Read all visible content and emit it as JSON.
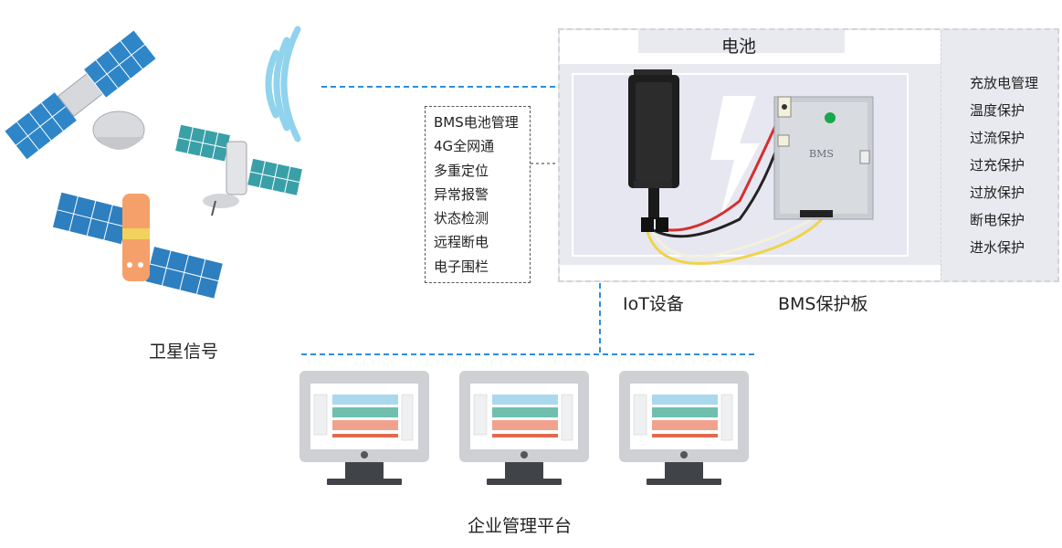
{
  "labels": {
    "satellite_signal": "卫星信号",
    "battery": "电池",
    "iot_device": "IoT设备",
    "bms_board": "BMS保护板",
    "enterprise_platform": "企业管理平台",
    "bms_chip": "BMS"
  },
  "iot_features": [
    "BMS电池管理",
    "4G全网通",
    "多重定位",
    "异常报警",
    "状态检测",
    "远程断电",
    "电子围栏"
  ],
  "bms_protections": [
    "充放电管理",
    "温度保护",
    "过流保护",
    "过充保护",
    "过放保护",
    "断电保护",
    "进水保护"
  ],
  "colors": {
    "dashed_line": "#2a8ee6",
    "battery_bg": "#e6e7f0",
    "monitor_frame": "#cfd0d3",
    "screen_blue": "#a9d8ef",
    "screen_green": "#6fbfae",
    "screen_red": "#f1a28f",
    "solar_panel": "#2e86c9",
    "signal_wave": "#8fd3ec"
  }
}
